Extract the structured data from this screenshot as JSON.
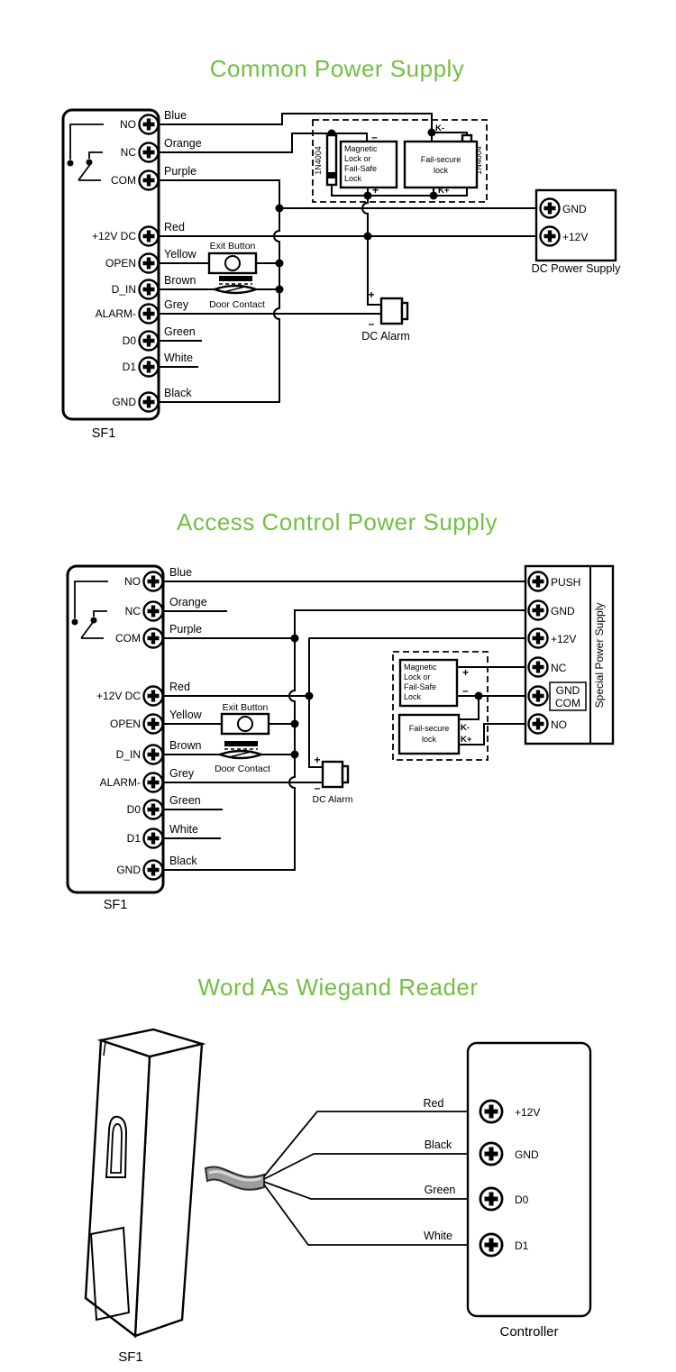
{
  "colors": {
    "title_green": "#72bf44",
    "line_ink": "#000000",
    "cable_grey": "#9c9c9c"
  },
  "d1": {
    "title": "Common Power Supply",
    "device": "SF1",
    "terminals": [
      "NO",
      "NC",
      "COM",
      "+12V DC",
      "OPEN",
      "D_IN",
      "ALARM-",
      "D0",
      "D1",
      "GND"
    ],
    "wires": [
      "Blue",
      "Orange",
      "Purple",
      "Red",
      "Yellow",
      "Brown",
      "Grey",
      "Green",
      "White",
      "Black"
    ],
    "exit_button": "Exit Button",
    "door_contact": "Door Contact",
    "dc_alarm": "DC  Alarm",
    "alarm_plus": "+",
    "alarm_minus": "–",
    "diode": "1N4004",
    "mag_lock_lines": [
      "Magnetic",
      "Lock or",
      "Fail-Safe",
      "Lock"
    ],
    "fs_lock_lines": [
      "Fail-secure",
      "lock"
    ],
    "minus": "–",
    "plus": "+",
    "k_minus": "K-",
    "k_plus": "K+",
    "psu_label": "DC Power Supply",
    "psu_gnd": "GND",
    "psu_12v": "+12V"
  },
  "d2": {
    "title": "Access Control Power Supply",
    "device": "SF1",
    "terminals": [
      "NO",
      "NC",
      "COM",
      "+12V DC",
      "OPEN",
      "D_IN",
      "ALARM-",
      "D0",
      "D1",
      "GND"
    ],
    "wires": [
      "Blue",
      "Orange",
      "Purple",
      "Red",
      "Yellow",
      "Brown",
      "Grey",
      "Green",
      "White",
      "Black"
    ],
    "exit_button": "Exit Button",
    "door_contact": "Door Contact",
    "dc_alarm": "DC Alarm",
    "alarm_plus": "+",
    "alarm_minus": "–",
    "mag_lock_lines": [
      "Magnetic",
      "Lock or",
      "Fail-Safe",
      "Lock"
    ],
    "fs_lock_lines": [
      "Fail-secure",
      "lock"
    ],
    "minus": "–",
    "plus": "+",
    "k_minus": "K-",
    "k_plus": "K+",
    "psu_label": "Special Power Supply",
    "psu_terminals": [
      "PUSH",
      "GND",
      "+12V",
      "NC",
      "NO"
    ],
    "psu_gnd_com": [
      "GND",
      "COM"
    ]
  },
  "d3": {
    "title": "Word As Wiegand Reader",
    "device": "SF1",
    "wires": [
      "Red",
      "Black",
      "Green",
      "White"
    ],
    "controller_label": "Controller",
    "controller_terminals": [
      "+12V",
      "GND",
      "D0",
      "D1"
    ]
  }
}
